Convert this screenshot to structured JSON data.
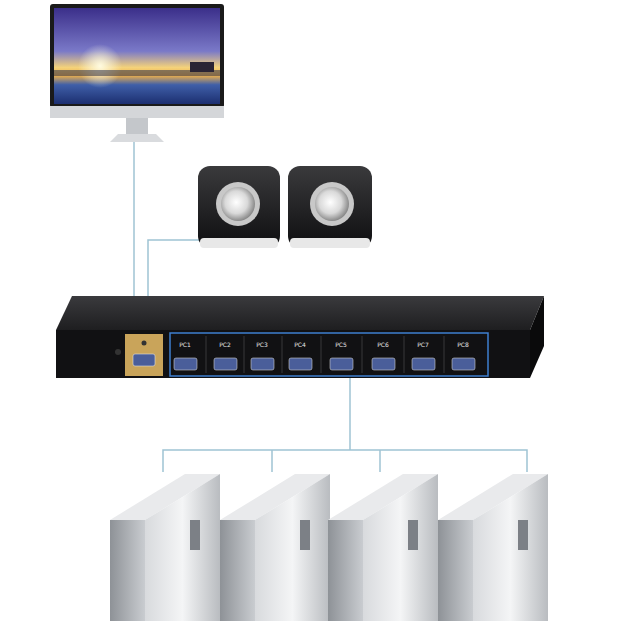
{
  "diagram": {
    "labels": [
      "PC1",
      "PC2",
      "PC3",
      "PC4",
      "PC5",
      "PC6",
      "PC7",
      "PC8"
    ]
  }
}
